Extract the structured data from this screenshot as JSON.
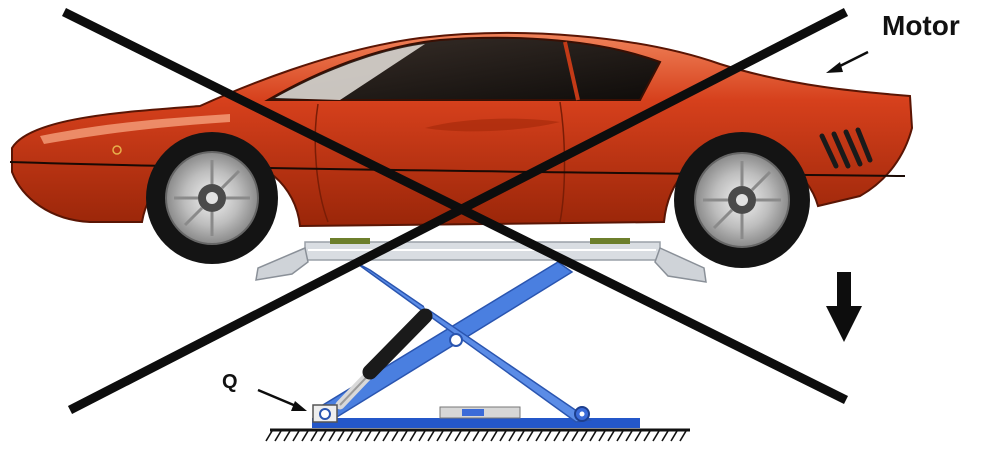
{
  "labels": {
    "motor": "Motor",
    "q": "Q"
  },
  "colors": {
    "background": "#ffffff",
    "car_body": "#d6401c",
    "car_highlight": "#ef7a4a",
    "car_shadow": "#8e2108",
    "glass": "#1f1a16",
    "tire": "#141414",
    "rim": "#c9c9c9",
    "lift_arm": "#4a7fe0",
    "lift_base": "#2457c9",
    "platform": "#d9dde2",
    "cross_out": "#0d0d0d"
  },
  "icons": [
    "cross-out-mark",
    "down-arrow-icon",
    "motor-pointer-arrow",
    "q-pointer-arrow",
    "ground-hatching"
  ]
}
